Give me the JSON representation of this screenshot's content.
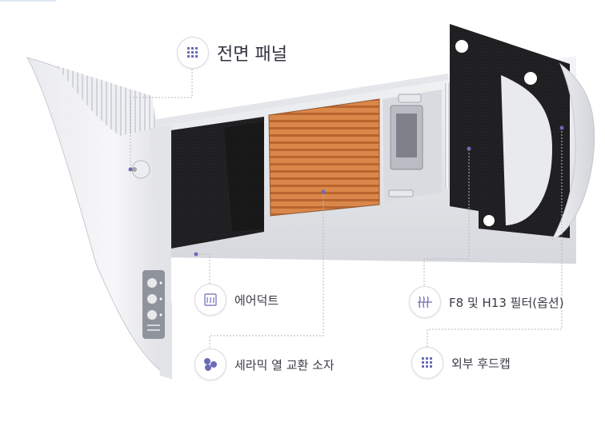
{
  "callouts": {
    "front_panel": {
      "label": "전면 패널",
      "icon": "grid-icon"
    },
    "air_duct": {
      "label": "에어덕트",
      "icon": "heat-waves-icon"
    },
    "ceramic_core": {
      "label": "세라믹 열 교환 소자",
      "icon": "molecule-icon"
    },
    "filter": {
      "label": "F8 및 H13 필터(옵션)",
      "icon": "filter-waves-icon"
    },
    "outer_hood": {
      "label": "외부 후드캡",
      "icon": "grid-icon"
    }
  },
  "colors": {
    "accent": "#6b6bb8",
    "ceramic": "#d98a4a",
    "foam": "#1e1e20",
    "housing": "#f1f2f4",
    "leader": "#b7b7c0"
  }
}
